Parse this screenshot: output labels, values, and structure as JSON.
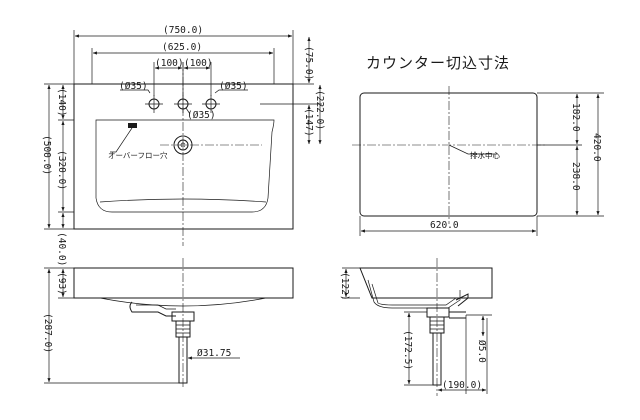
{
  "title": "カウンター切込寸法",
  "plan_view": {
    "width": "(750.0)",
    "inner_width": "(625.0)",
    "spacing_left": "(100)",
    "spacing_right": "(100)",
    "hole_left": "(Ø35)",
    "hole_right": "(Ø35)",
    "hole_center": "(Ø35)",
    "top_offset": "(75.0)",
    "depth": "(500.0)",
    "upper_depth": "(140)",
    "basin_depth": "(320.0)",
    "bottom_offset": "(40.0)",
    "faucet_to_drain": "(147)",
    "faucet_depth": "(222.0)",
    "overflow_label": "オーバーフロー穴"
  },
  "cutout_view": {
    "upper": "182.0",
    "lower": "238.0",
    "total_depth": "420.0",
    "width": "620.0",
    "drain_center_label": "排水中心"
  },
  "front_view": {
    "thickness": "(93)",
    "drain_height": "(287.0)",
    "drain_diameter": "Ø31.75"
  },
  "side_view": {
    "depth": "(122)",
    "trap_height": "(172.5)",
    "pipe_length": "Ø5.0",
    "drain_offset": "(190.0)"
  }
}
